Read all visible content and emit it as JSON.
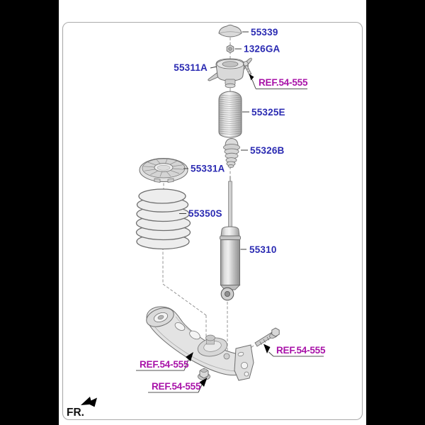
{
  "parts": {
    "cap": "55339",
    "lock_nut": "1326GA",
    "strut_mount": "55311A",
    "dust_cover": "55325E",
    "bump_stopper": "55326B",
    "spring_pad": "55331A",
    "coil_spring": "55350S",
    "shock_absorber": "55310"
  },
  "ref_link_label": "REF.54-555",
  "front_marker": "FR.",
  "colors": {
    "part_label": "#2a2ab2",
    "ref_label": "#a812a8",
    "background": "#000000",
    "panel": "#ffffff",
    "panel_border": "#ababab",
    "line": "#3d3d3d",
    "part_fill": "#e0e0e0",
    "part_stroke": "#6e6e6e"
  }
}
